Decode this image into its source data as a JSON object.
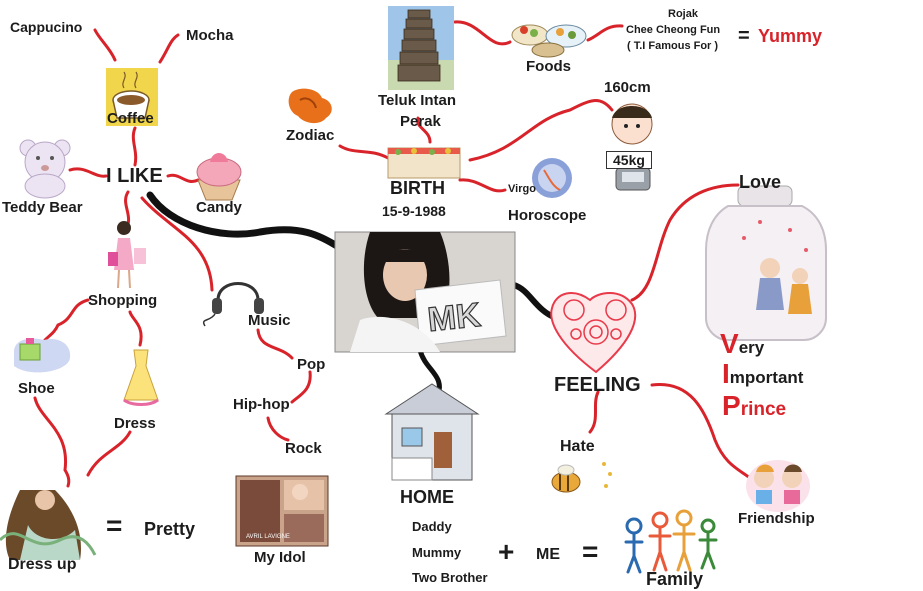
{
  "colors": {
    "connector": "#d8232a",
    "trunk": "#111111",
    "text": "#1c1c1c",
    "accent": "#d8232a"
  },
  "labels": {
    "cappucino": "Cappucino",
    "mocha": "Mocha",
    "coffee": "Coffee",
    "i_like": "I LIKE",
    "teddy_bear": "Teddy Bear",
    "candy": "Candy",
    "shopping": "Shopping",
    "shoe": "Shoe",
    "dress": "Dress",
    "dress_up": "Dress up",
    "equals_1": "=",
    "pretty": "Pretty",
    "music": "Music",
    "pop": "Pop",
    "hip_hop": "Hip-hop",
    "rock": "Rock",
    "my_idol": "My Idol",
    "idol_poster_text": "AVRIL LAVIGNE",
    "teluk_intan": "Teluk Intan",
    "perak": "Perak",
    "zodiac": "Zodiac",
    "birth": "BIRTH",
    "birth_date": "15-9-1988",
    "virgo": "Virgo",
    "horoscope": "Horoscope",
    "foods": "Foods",
    "rojak": "Rojak",
    "chee_cheong_fun": "Chee Cheong Fun",
    "ti_famous": "( T.I Famous For )",
    "equals_2": "=",
    "yummy": "Yummy",
    "height": "160cm",
    "weight": "45kg",
    "home": "HOME",
    "daddy": "Daddy",
    "mummy": "Mummy",
    "two_brother": "Two Brother",
    "plus": "+",
    "me": "ME",
    "equals_3": "=",
    "family": "Family",
    "feeling": "FEELING",
    "hate": "Hate",
    "love": "Love",
    "vip_v": "V",
    "vip_v_rest": "ery",
    "vip_i": "I",
    "vip_i_rest": "mportant",
    "vip_p": "P",
    "vip_p_rest": "rince",
    "friendship": "Friendship",
    "sign_text": "MK"
  }
}
